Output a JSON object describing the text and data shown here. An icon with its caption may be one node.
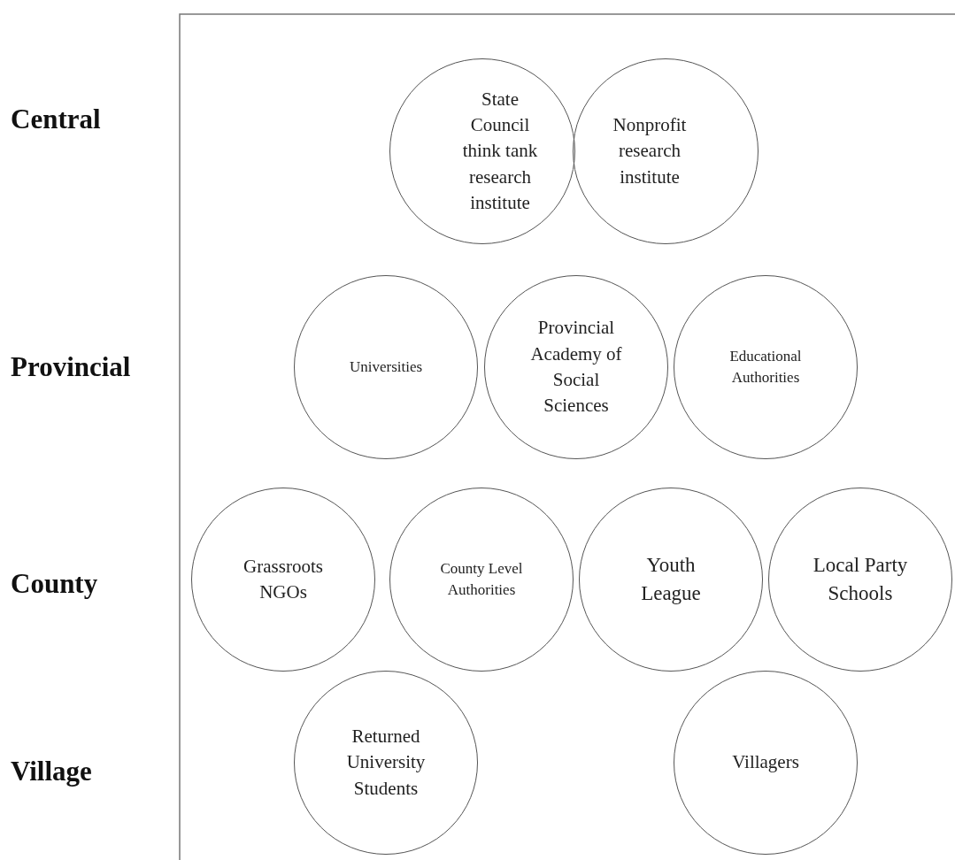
{
  "diagram": {
    "nodes": [
      {
        "text": [
          "State Council think tank research institute"
        ]
      },
      {
        "text": [
          "Nonprofit research institute"
        ]
      },
      {
        "text": [
          "Universities"
        ]
      },
      {
        "text": [
          "Provincial Academy of Social Sciences"
        ]
      },
      {
        "text": [
          "Educational Authorities"
        ]
      },
      {
        "text": [
          "Grassroots NGOs"
        ]
      },
      {
        "text": [
          "County Level Authorities"
        ]
      },
      {
        "text": [
          "Youth League"
        ]
      },
      {
        "text": [
          "Local Party Schools"
        ]
      },
      {
        "text": [
          "Returned University Students"
        ]
      },
      {
        "text": [
          "Villagers"
        ]
      }
    ],
    "edges": [],
    "labels": [
      "Central",
      "Provincial",
      "County",
      "Village"
    ]
  }
}
